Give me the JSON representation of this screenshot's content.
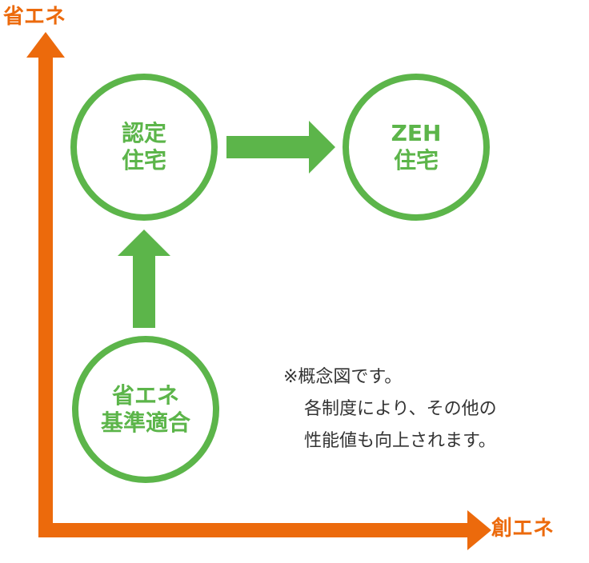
{
  "axes": {
    "y_label": "省エネ",
    "x_label": "創エネ"
  },
  "nodes": {
    "certified": "認定\n住宅",
    "zeh": "ZEH\n住宅",
    "standard": "省エネ\n基準適合"
  },
  "note": {
    "line1": "※概念図です。",
    "line2": "各制度により、その他の",
    "line3": "性能値も向上されます。"
  },
  "colors": {
    "axis": "#ec6a0c",
    "node": "#5cb54a",
    "text": "#333333"
  }
}
